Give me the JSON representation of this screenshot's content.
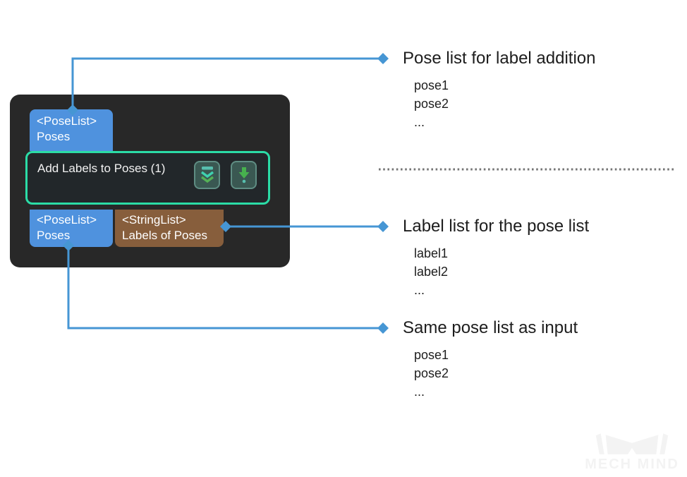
{
  "node": {
    "title": "Add Labels to Poses (1)",
    "input_port": {
      "type": "<PoseList>",
      "name": "Poses"
    },
    "output_ports": [
      {
        "type": "<PoseList>",
        "name": "Poses"
      },
      {
        "type": "<StringList>",
        "name": "Labels of Poses"
      }
    ],
    "buttons": [
      {
        "icon": "double-chevron-down-icon"
      },
      {
        "icon": "arrow-down-icon"
      }
    ]
  },
  "annotations": [
    {
      "title": "Pose list for label addition",
      "items": [
        "pose1",
        "pose2",
        "..."
      ]
    },
    {
      "title": "Label list for the pose list",
      "items": [
        "label1",
        "label2",
        "..."
      ]
    },
    {
      "title": "Same pose list as input",
      "items": [
        "pose1",
        "pose2",
        "..."
      ]
    }
  ],
  "watermark": {
    "text": "MECH MIND",
    "logo": "mech-mind-logo"
  },
  "colors": {
    "node_background": "#282828",
    "port_blue": "#4f92de",
    "port_brown": "#875e3c",
    "section_border": "#2bdca6",
    "section_background": "#22272a",
    "connector_blue": "#4696d4",
    "icon_teal": "#57bfae",
    "icon_green": "#4cb050",
    "separator_gray": "#757575",
    "watermark_gray": "#f3f3f3"
  }
}
